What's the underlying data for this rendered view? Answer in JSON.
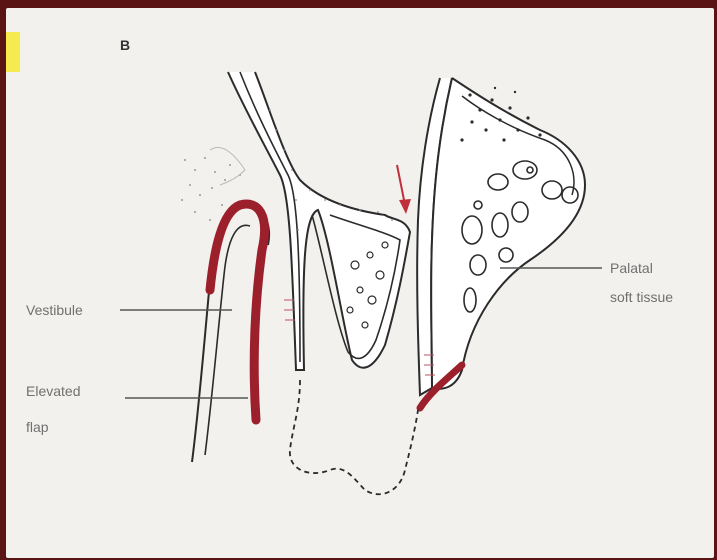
{
  "figure": {
    "panel_letter": "B",
    "labels": {
      "vestibule": "Vestibule",
      "elevated_flap_line1": "Elevated",
      "elevated_flap_line2": "flap",
      "palatal_line1": "Palatal",
      "palatal_line2": "soft tissue"
    },
    "colors": {
      "background_border": "#5a1414",
      "paper": "#f3f1ee",
      "flap_red": "#9c1f2c",
      "arrow_red": "#c0303a",
      "highlight_yellow": "#f5ea4e",
      "line": "#2b2b2b"
    }
  }
}
